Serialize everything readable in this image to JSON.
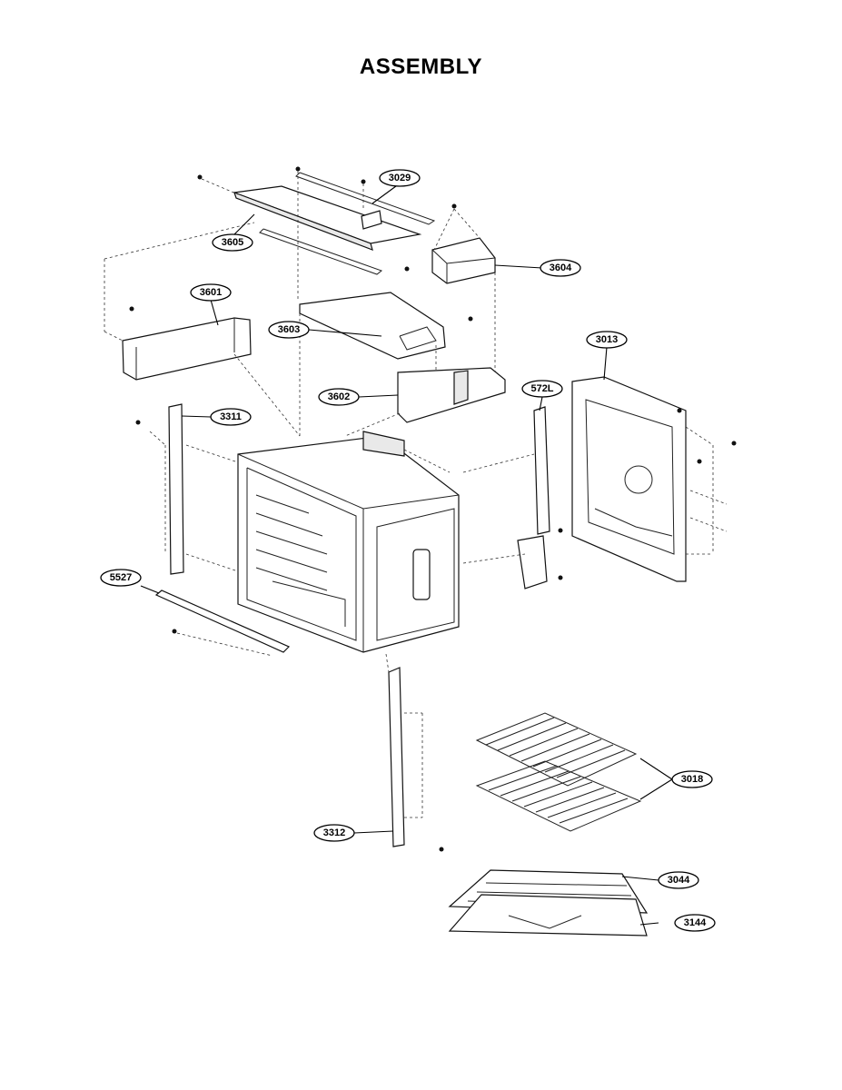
{
  "title": "ASSEMBLY",
  "callouts": {
    "c3029": "3029",
    "c3605": "3605",
    "c3604": "3604",
    "c3601": "3601",
    "c3603": "3603",
    "c3013": "3013",
    "c3602": "3602",
    "c572L": "572L",
    "c3311": "3311",
    "c5527": "5527",
    "c3018": "3018",
    "c3312": "3312",
    "c3044": "3044",
    "c3144": "3144"
  }
}
